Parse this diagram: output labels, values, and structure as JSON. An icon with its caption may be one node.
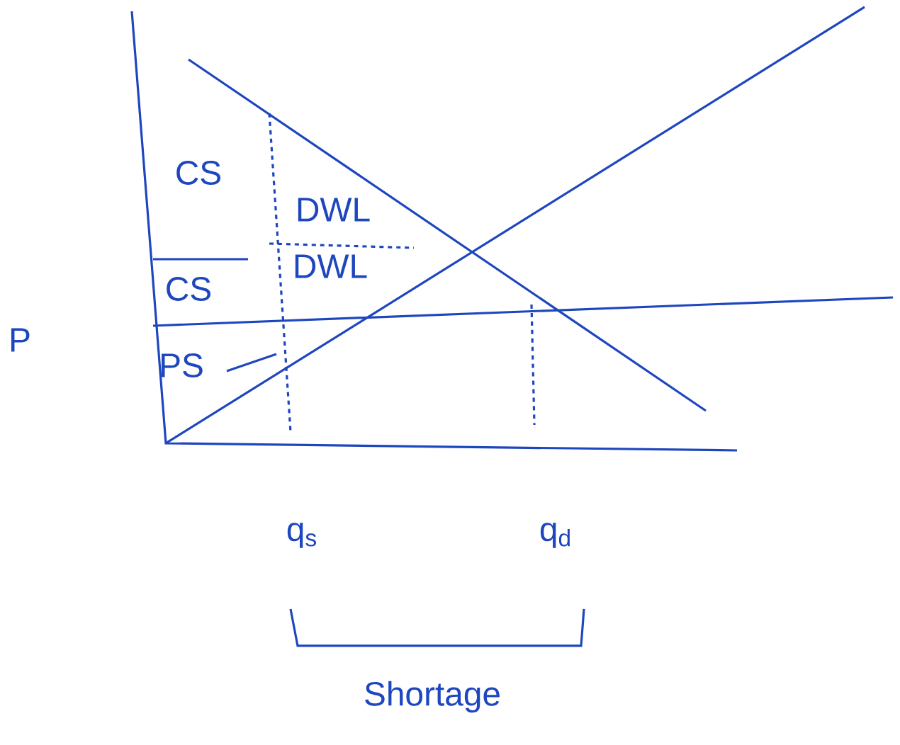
{
  "diagram": {
    "labels": [
      "CS",
      "DWL",
      "CS",
      "DWL",
      "PS",
      "P",
      "q$_{s}$",
      "q$_{d}$",
      "Shortage"
    ]
  }
}
